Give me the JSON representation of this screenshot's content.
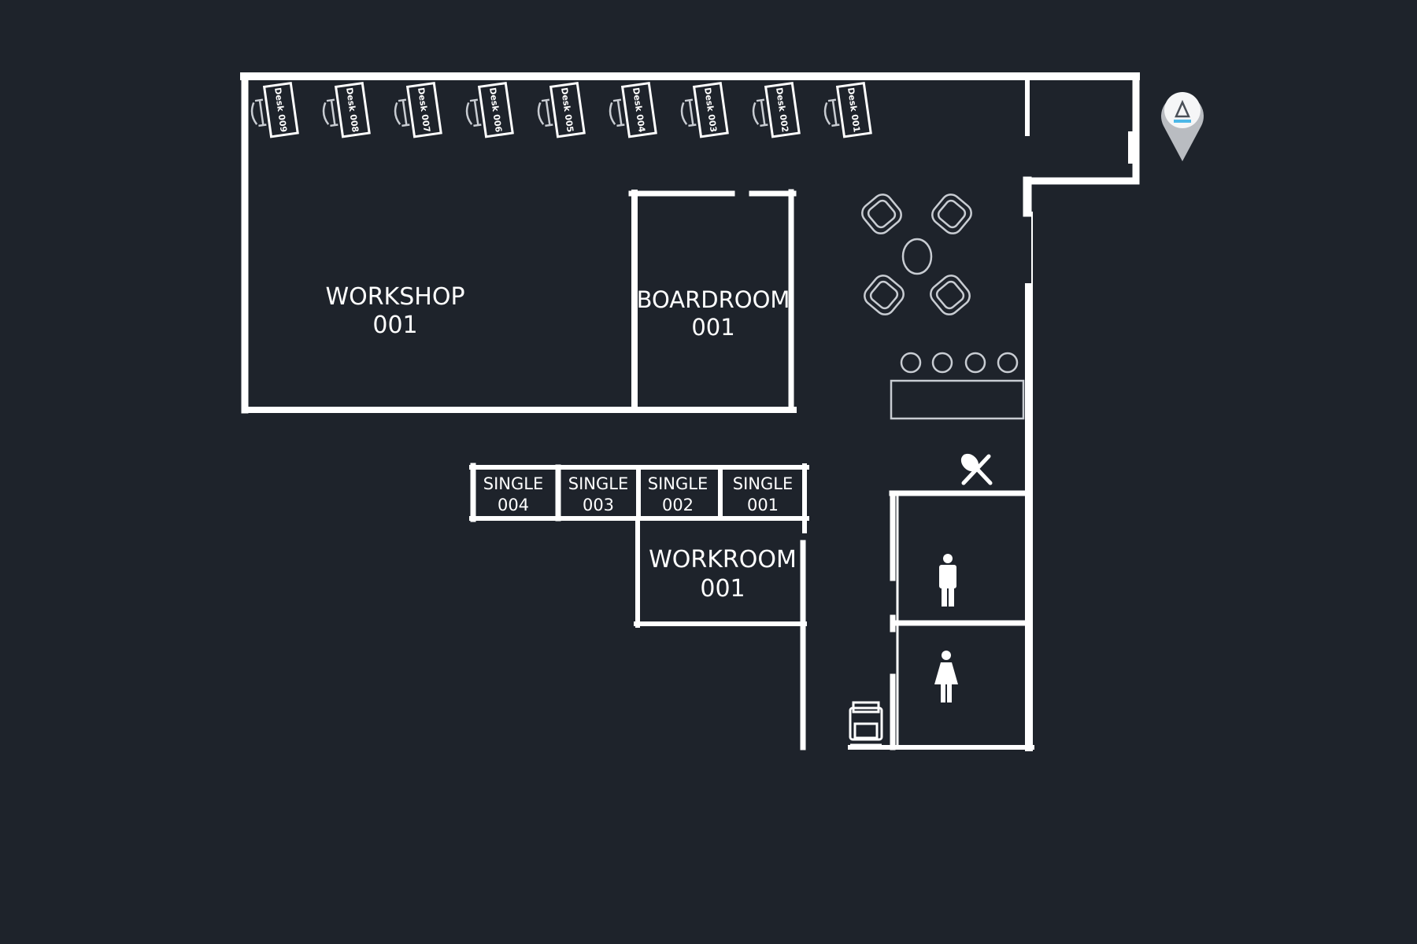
{
  "floorplan": {
    "rooms": {
      "workshop": {
        "name": "WORKSHOP",
        "number": "001"
      },
      "boardroom": {
        "name": "BOARDROOM",
        "number": "001"
      },
      "workroom": {
        "name": "WORKROOM",
        "number": "001"
      }
    },
    "singles": [
      {
        "name": "SINGLE",
        "number": "004"
      },
      {
        "name": "SINGLE",
        "number": "003"
      },
      {
        "name": "SINGLE",
        "number": "002"
      },
      {
        "name": "SINGLE",
        "number": "001"
      }
    ],
    "desks": [
      "Desk 009",
      "Desk 008",
      "Desk 007",
      "Desk 006",
      "Desk 005",
      "Desk 004",
      "Desk 003",
      "Desk 002",
      "Desk 001"
    ],
    "icons": {
      "north_marker": "location-pin-icon",
      "kitchen": "fork-knife-icon",
      "mens_restroom": "male-restroom-icon",
      "womens_restroom": "female-restroom-icon",
      "printer": "printer-icon"
    },
    "colors": {
      "background": "#1e232b",
      "walls": "#ffffff",
      "pin_accent": "#4db8e8"
    }
  }
}
